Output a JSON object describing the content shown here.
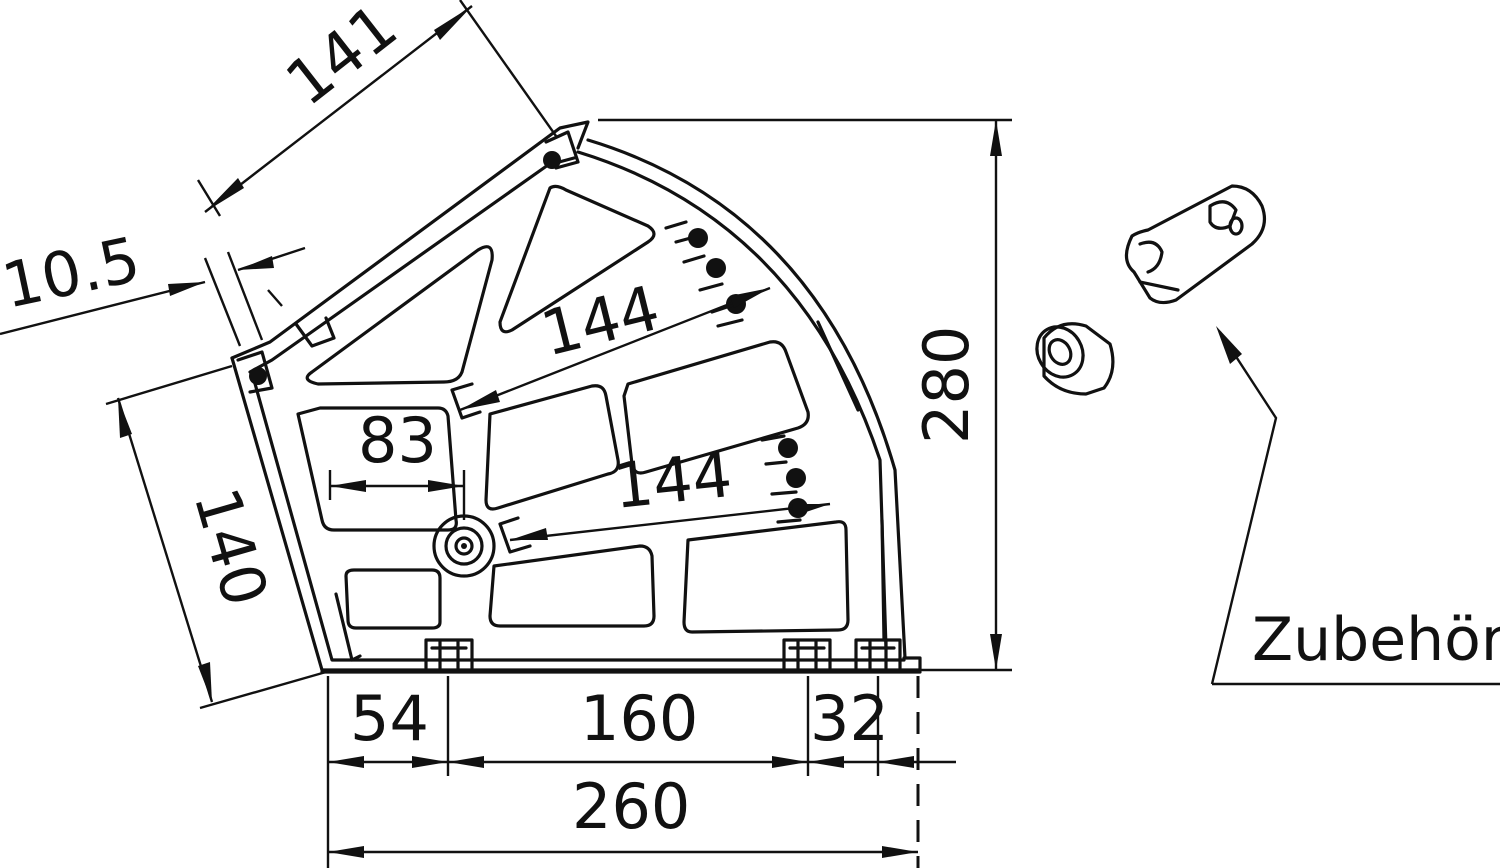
{
  "dimensions": {
    "d141": "141",
    "d10_5": "10.5",
    "d144_upper": "144",
    "d144_lower": "144",
    "d83": "83",
    "d140": "140",
    "d280": "280",
    "d54": "54",
    "d160": "160",
    "d32": "32",
    "d260": "260"
  },
  "labels": {
    "accessory": "Zubehör"
  }
}
